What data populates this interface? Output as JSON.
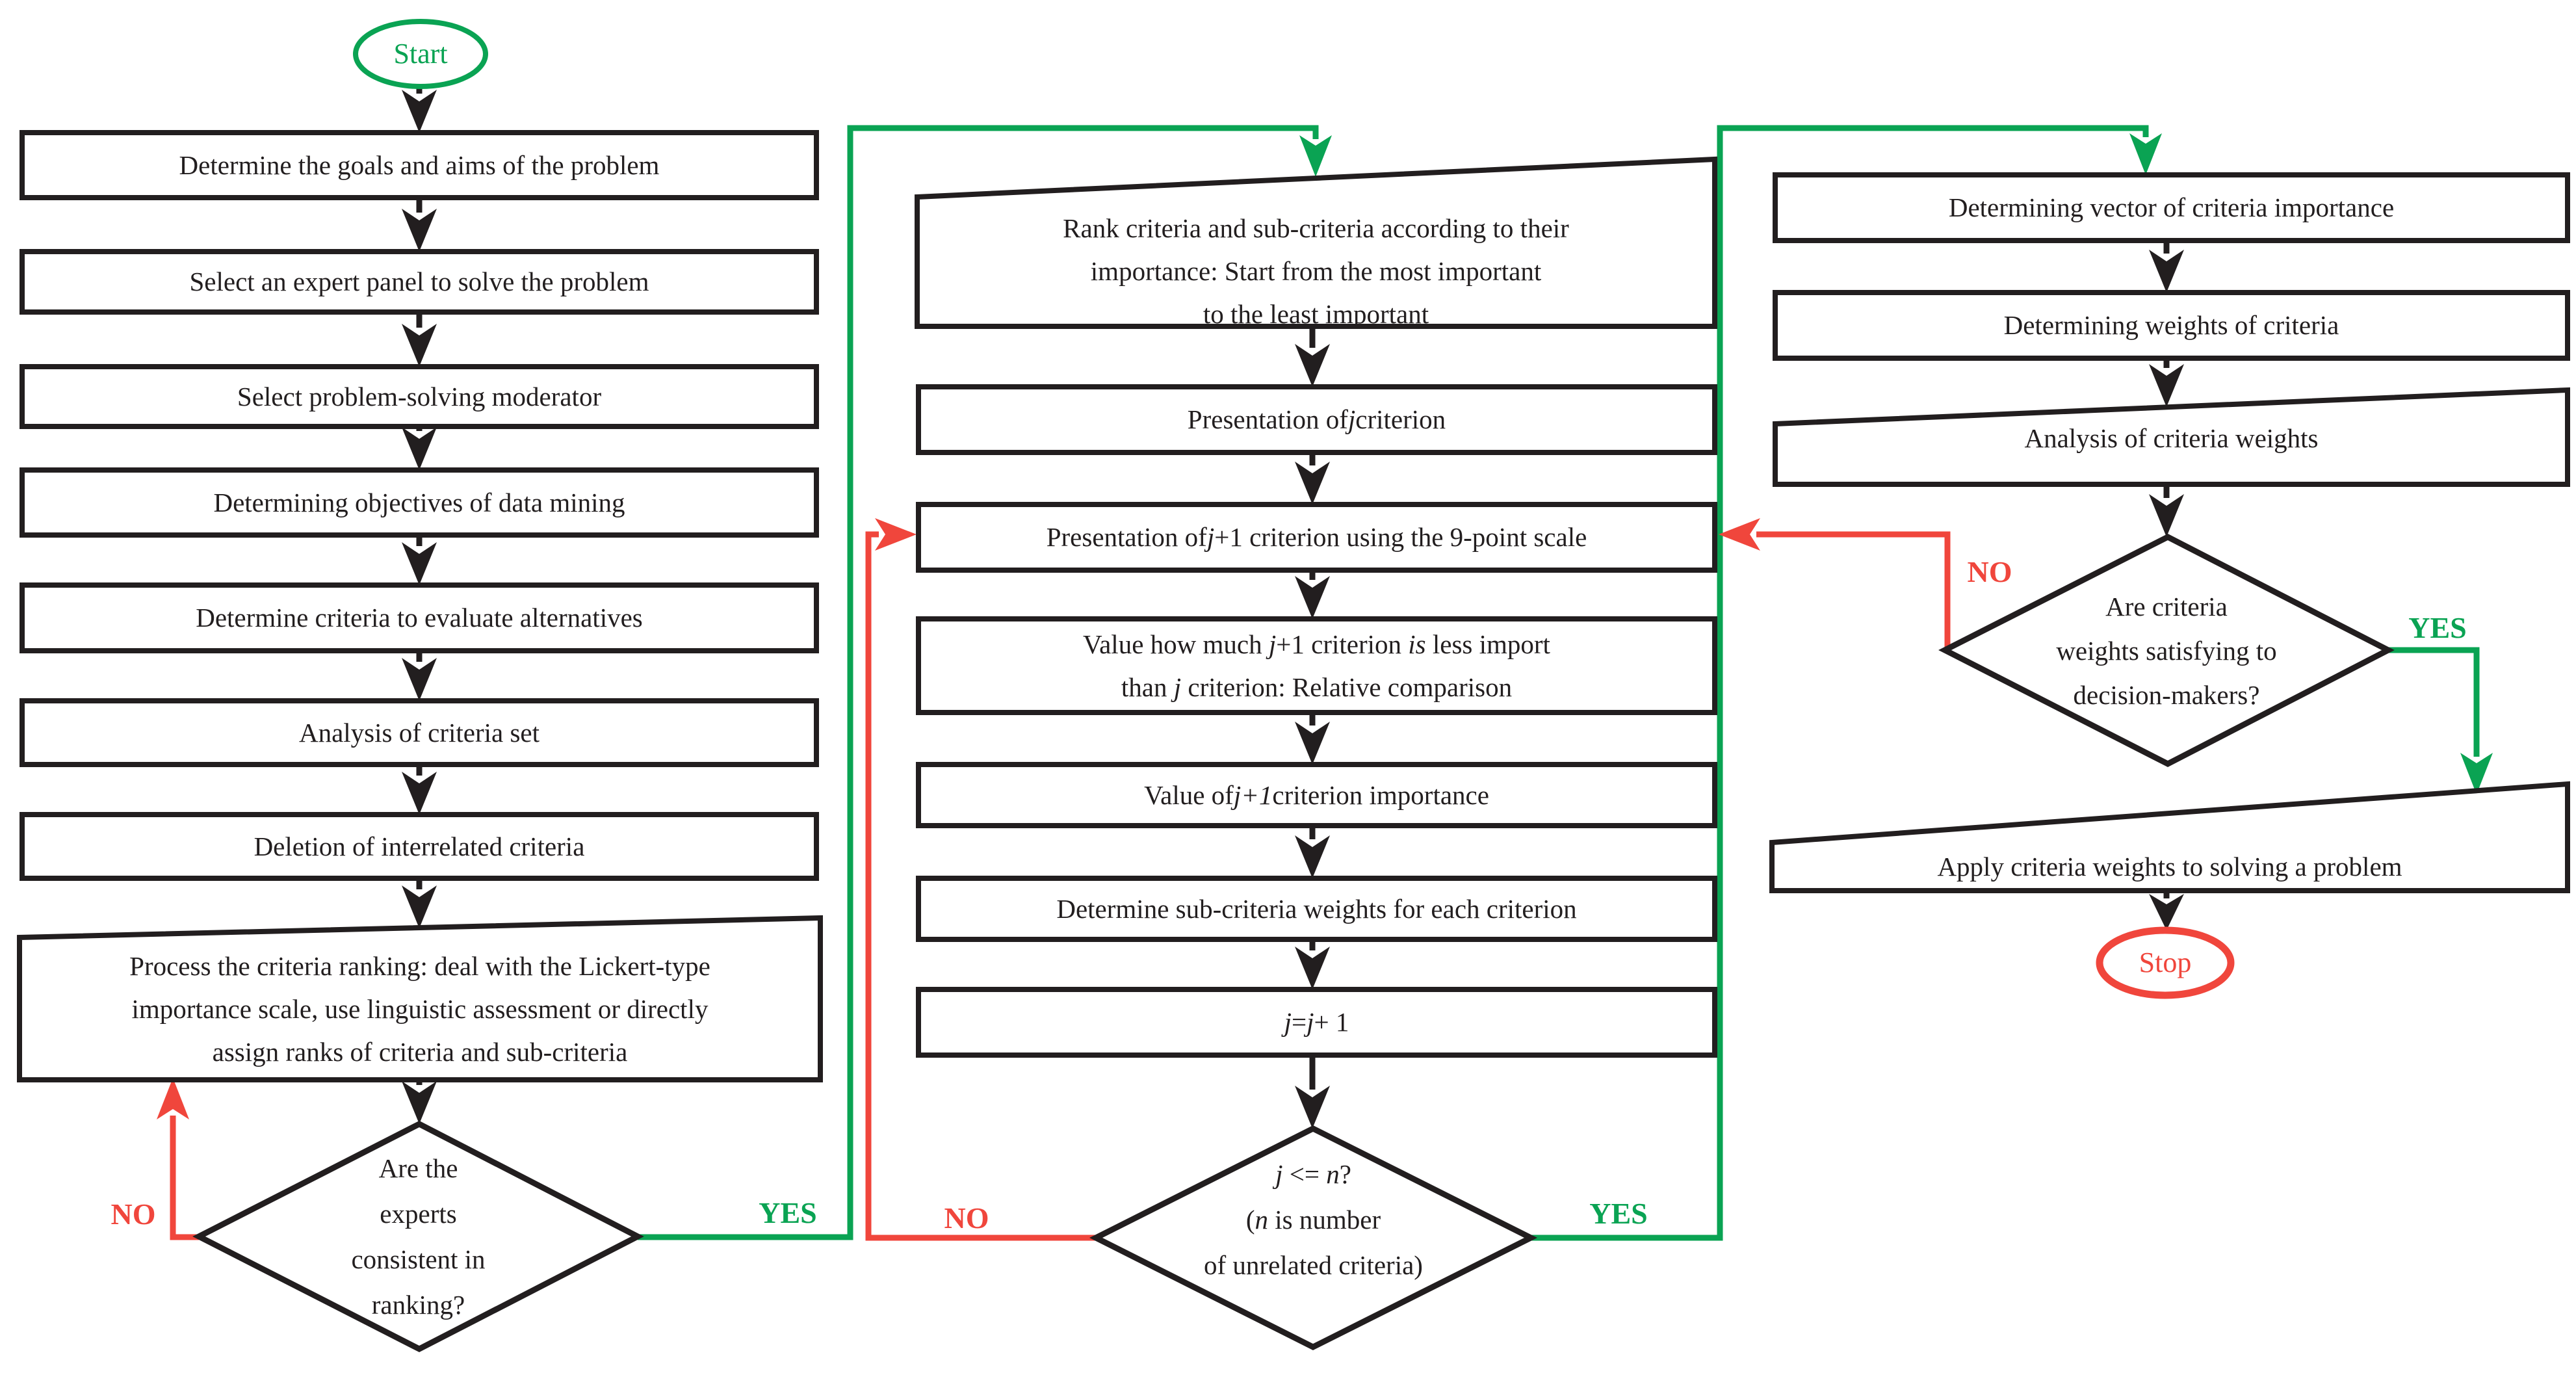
{
  "diagram": {
    "terminals": {
      "start": "Start",
      "stop": "Stop"
    },
    "branch_labels": {
      "yes": "YES",
      "no": "NO"
    },
    "palette": {
      "green": "#0aa353",
      "red": "#f0463c",
      "ink": "#221e1f"
    },
    "left": {
      "steps": [
        "Determine the goals and aims of the problem",
        "Select an expert panel to solve the problem",
        "Select problem-solving moderator",
        "Determining objectives of data mining",
        "Determine criteria to evaluate alternatives",
        "Analysis of criteria set",
        "Deletion of interrelated criteria"
      ],
      "process_lines": [
        "Process the criteria ranking: deal with the Lickert-type",
        "importance scale, use linguistic assessment or directly",
        "assign ranks of criteria and sub-criteria"
      ],
      "decision_lines": [
        "Are the",
        "experts",
        "consistent in",
        "ranking?"
      ]
    },
    "middle": {
      "rank_lines": [
        "Rank criteria and sub-criteria according to their",
        "importance: Start from the most important",
        "to the least important"
      ],
      "presentation_j": [
        {
          "t": "Presentation of "
        },
        {
          "t": "j",
          "i": true
        },
        {
          "t": " criterion"
        }
      ],
      "presentation_j1": [
        {
          "t": "Presentation of "
        },
        {
          "t": "j",
          "i": true
        },
        {
          "t": "+1 criterion using the 9-point scale"
        }
      ],
      "value_how_1": [
        {
          "t": "Value how much "
        },
        {
          "t": "j",
          "i": true
        },
        {
          "t": "+1 criterion "
        },
        {
          "t": "is",
          "i": true
        },
        {
          "t": " less import"
        }
      ],
      "value_how_2": [
        {
          "t": "than "
        },
        {
          "t": "j",
          "i": true
        },
        {
          "t": " criterion: Relative comparison"
        }
      ],
      "value_importance": [
        {
          "t": "Value of "
        },
        {
          "t": "j+1",
          "i": true
        },
        {
          "t": " criterion importance"
        }
      ],
      "determine_sub": "Determine sub-criteria weights for each criterion",
      "increment": [
        {
          "t": "j",
          "i": true
        },
        {
          "t": " = "
        },
        {
          "t": "j",
          "i": true
        },
        {
          "t": " + 1"
        }
      ],
      "decision_line1": [
        {
          "t": "j",
          "i": true
        },
        {
          "t": " <= "
        },
        {
          "t": "n",
          "i": true
        },
        {
          "t": "?"
        }
      ],
      "decision_line2": [
        {
          "t": "("
        },
        {
          "t": "n",
          "i": true
        },
        {
          "t": " is number"
        }
      ],
      "decision_line3": [
        {
          "t": "of unrelated criteria)"
        }
      ]
    },
    "right": {
      "steps": [
        "Determining vector of criteria importance",
        "Determining weights of criteria",
        "Analysis of criteria weights"
      ],
      "apply_step": "Apply criteria weights to solving a problem",
      "decision_lines": [
        "Are criteria",
        "weights satisfying to",
        "decision-makers?"
      ]
    }
  }
}
